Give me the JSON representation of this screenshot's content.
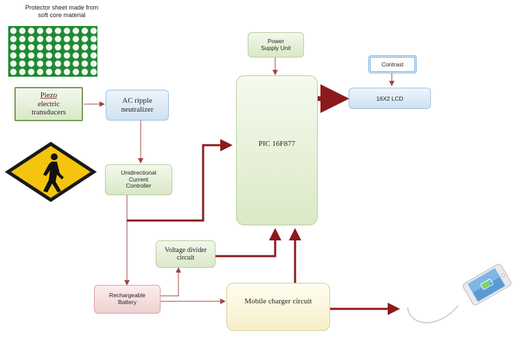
{
  "protector": {
    "label": "Protector sheet made from\nsoft core material"
  },
  "piezo": {
    "label_line1": "Piezo",
    "label_rest": "electric\ntransducers"
  },
  "ac_ripple": {
    "label": "AC ripple\nneutralizer"
  },
  "unidirectional": {
    "label": "Unidirectional\nCurrent\nController"
  },
  "power_supply": {
    "label": "Power\nSupply Unit"
  },
  "pic": {
    "label": "PIC 16F877"
  },
  "contrast": {
    "label": "Contrast"
  },
  "lcd": {
    "label": "16X2 LCD"
  },
  "voltage_divider": {
    "label": "Voltage divider\ncircuit"
  },
  "battery": {
    "label": "Rechargeable\nBattery"
  },
  "mobile_charger": {
    "label": "Mobile charger circuit"
  },
  "colors": {
    "arrow": "#8b1a1a",
    "thin_line": "#a04545"
  },
  "icons": [
    "pedestrian-crossing-sign-icon",
    "smartphone-icon",
    "protector-mesh-icon"
  ]
}
